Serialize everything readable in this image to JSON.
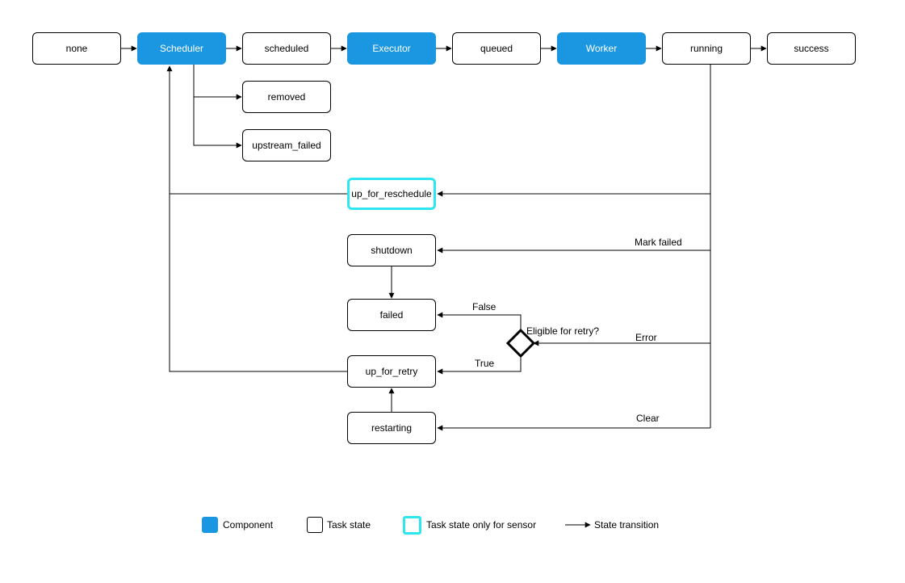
{
  "nodes": {
    "none": "none",
    "scheduler": "Scheduler",
    "scheduled": "scheduled",
    "executor": "Executor",
    "queued": "queued",
    "worker": "Worker",
    "running": "running",
    "success": "success",
    "removed": "removed",
    "upstream_failed": "upstream_failed",
    "up_for_reschedule": "up_for_reschedule",
    "shutdown": "shutdown",
    "failed": "failed",
    "up_for_retry": "up_for_retry",
    "restarting": "restarting"
  },
  "edge_labels": {
    "mark_failed": "Mark failed",
    "error": "Error",
    "clear": "Clear",
    "false": "False",
    "true": "True",
    "eligible": "Eligible for retry?"
  },
  "legend": {
    "component": "Component",
    "task_state": "Task state",
    "sensor_state": "Task state only for sensor",
    "transition": "State transition"
  },
  "colors": {
    "component": "#1b96e0",
    "sensor_border": "#2ee6f0"
  }
}
